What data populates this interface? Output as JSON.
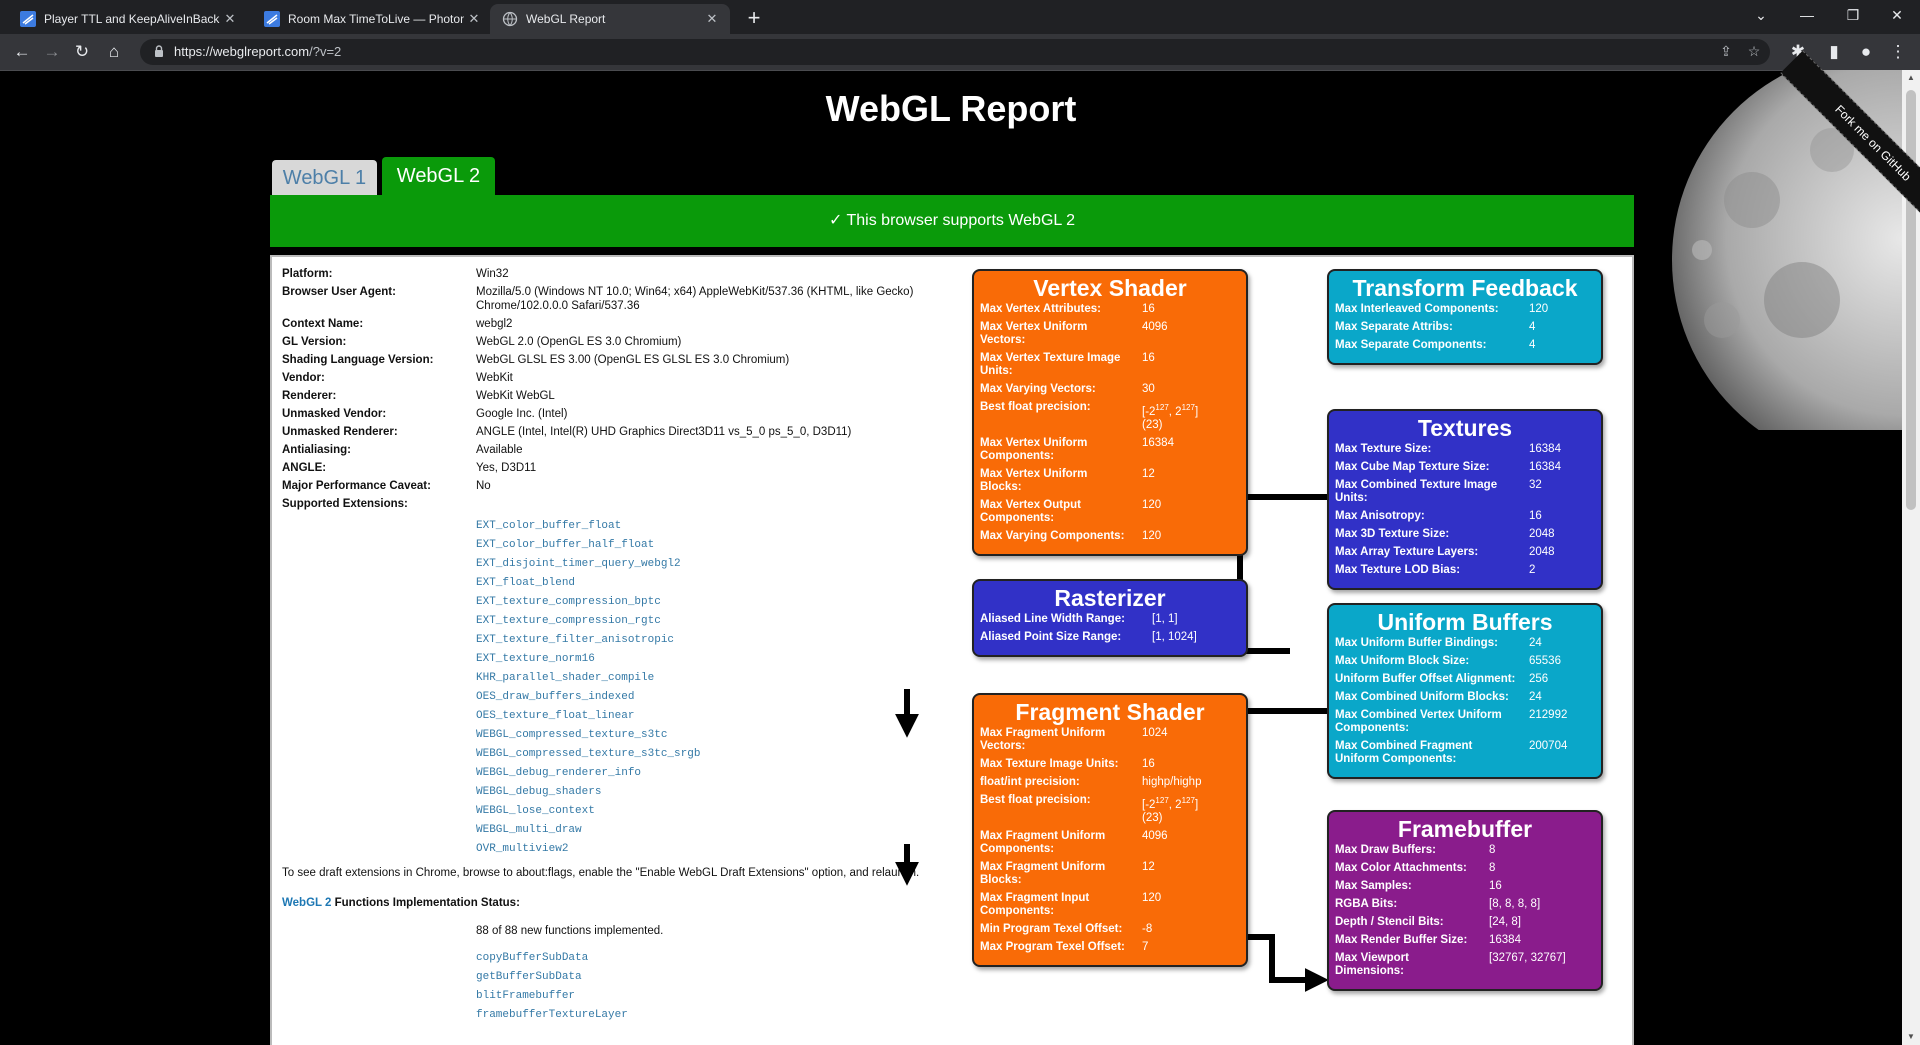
{
  "browser": {
    "tabs": [
      {
        "title": "Player TTL and KeepAliveInBackG",
        "active": false
      },
      {
        "title": "Room Max TimeToLive — Photon",
        "active": false
      },
      {
        "title": "WebGL Report",
        "active": true
      }
    ],
    "url_host": "https://webglreport.com",
    "url_path": "/?v=2"
  },
  "page": {
    "title": "WebGL Report",
    "tab1": "WebGL 1",
    "tab2": "WebGL 2",
    "banner": "✓ This browser supports WebGL 2",
    "ribbon": "Fork me on GitHub"
  },
  "info": [
    {
      "k": "Platform:",
      "v": "Win32"
    },
    {
      "k": "Browser User Agent:",
      "v": "Mozilla/5.0 (Windows NT 10.0; Win64; x64) AppleWebKit/537.36 (KHTML, like Gecko) Chrome/102.0.0.0 Safari/537.36"
    },
    {
      "k": "Context Name:",
      "v": "webgl2"
    },
    {
      "k": "GL Version:",
      "v": "WebGL 2.0 (OpenGL ES 3.0 Chromium)"
    },
    {
      "k": "Shading Language Version:",
      "v": "WebGL GLSL ES 3.00 (OpenGL ES GLSL ES 3.0 Chromium)"
    },
    {
      "k": "Vendor:",
      "v": "WebKit"
    },
    {
      "k": "Renderer:",
      "v": "WebKit WebGL"
    },
    {
      "k": "Unmasked Vendor:",
      "v": "Google Inc. (Intel)"
    },
    {
      "k": "Unmasked Renderer:",
      "v": "ANGLE (Intel, Intel(R) UHD Graphics Direct3D11 vs_5_0 ps_5_0, D3D11)"
    },
    {
      "k": "Antialiasing:",
      "v": "Available"
    },
    {
      "k": "ANGLE:",
      "v": "Yes, D3D11"
    },
    {
      "k": "Major Performance Caveat:",
      "v": "No"
    },
    {
      "k": "Supported Extensions:",
      "v": ""
    }
  ],
  "extensions": [
    "EXT_color_buffer_float",
    "EXT_color_buffer_half_float",
    "EXT_disjoint_timer_query_webgl2",
    "EXT_float_blend",
    "EXT_texture_compression_bptc",
    "EXT_texture_compression_rgtc",
    "EXT_texture_filter_anisotropic",
    "EXT_texture_norm16",
    "KHR_parallel_shader_compile",
    "OES_draw_buffers_indexed",
    "OES_texture_float_linear",
    "WEBGL_compressed_texture_s3tc",
    "WEBGL_compressed_texture_s3tc_srgb",
    "WEBGL_debug_renderer_info",
    "WEBGL_debug_shaders",
    "WEBGL_lose_context",
    "WEBGL_multi_draw",
    "OVR_multiview2"
  ],
  "draft_note": "To see draft extensions in Chrome, browse to about:flags, enable the \"Enable WebGL Draft Extensions\" option, and relaunch.",
  "functions_link": "WebGL 2",
  "functions_label": " Functions Implementation Status:",
  "functions_impl": "88 of 88 new functions implemented.",
  "functions": [
    "copyBufferSubData",
    "getBufferSubData",
    "blitFramebuffer",
    "framebufferTextureLayer"
  ],
  "boxes": {
    "vertex": {
      "title": "Vertex Shader",
      "rows": [
        {
          "k": "Max Vertex Attributes:",
          "v": "16"
        },
        {
          "k": "Max Vertex Uniform Vectors:",
          "v": "4096"
        },
        {
          "k": "Max Vertex Texture Image Units:",
          "v": "16"
        },
        {
          "k": "Max Varying Vectors:",
          "v": "30"
        },
        {
          "k": "Best float precision:",
          "v": "[-2^127, 2^127] (23)"
        },
        {
          "k": "Max Vertex Uniform Components:",
          "v": "16384"
        },
        {
          "k": "Max Vertex Uniform Blocks:",
          "v": "12"
        },
        {
          "k": "Max Vertex Output Components:",
          "v": "120"
        },
        {
          "k": "Max Varying Components:",
          "v": "120"
        }
      ]
    },
    "raster": {
      "title": "Rasterizer",
      "rows": [
        {
          "k": "Aliased Line Width Range:",
          "v": "[1, 1]"
        },
        {
          "k": "Aliased Point Size Range:",
          "v": "[1, 1024]"
        }
      ]
    },
    "fragment": {
      "title": "Fragment Shader",
      "rows": [
        {
          "k": "Max Fragment Uniform Vectors:",
          "v": "1024"
        },
        {
          "k": "Max Texture Image Units:",
          "v": "16"
        },
        {
          "k": "float/int precision:",
          "v": "highp/highp"
        },
        {
          "k": "Best float precision:",
          "v": "[-2^127, 2^127] (23)"
        },
        {
          "k": "Max Fragment Uniform Components:",
          "v": "4096"
        },
        {
          "k": "Max Fragment Uniform Blocks:",
          "v": "12"
        },
        {
          "k": "Max Fragment Input Components:",
          "v": "120"
        },
        {
          "k": "Min Program Texel Offset:",
          "v": "-8"
        },
        {
          "k": "Max Program Texel Offset:",
          "v": "7"
        }
      ]
    },
    "feedback": {
      "title": "Transform Feedback",
      "rows": [
        {
          "k": "Max Interleaved Components:",
          "v": "120"
        },
        {
          "k": "Max Separate Attribs:",
          "v": "4"
        },
        {
          "k": "Max Separate Components:",
          "v": "4"
        }
      ]
    },
    "textures": {
      "title": "Textures",
      "rows": [
        {
          "k": "Max Texture Size:",
          "v": "16384"
        },
        {
          "k": "Max Cube Map Texture Size:",
          "v": "16384"
        },
        {
          "k": "Max Combined Texture Image Units:",
          "v": "32"
        },
        {
          "k": "Max Anisotropy:",
          "v": "16"
        },
        {
          "k": "Max 3D Texture Size:",
          "v": "2048"
        },
        {
          "k": "Max Array Texture Layers:",
          "v": "2048"
        },
        {
          "k": "Max Texture LOD Bias:",
          "v": "2"
        }
      ]
    },
    "uniform": {
      "title": "Uniform Buffers",
      "rows": [
        {
          "k": "Max Uniform Buffer Bindings:",
          "v": "24"
        },
        {
          "k": "Max Uniform Block Size:",
          "v": "65536"
        },
        {
          "k": "Uniform Buffer Offset Alignment:",
          "v": "256"
        },
        {
          "k": "Max Combined Uniform Blocks:",
          "v": "24"
        },
        {
          "k": "Max Combined Vertex Uniform Components:",
          "v": "212992"
        },
        {
          "k": "Max Combined Fragment Uniform Components:",
          "v": "200704"
        }
      ]
    },
    "framebuffer": {
      "title": "Framebuffer",
      "rows": [
        {
          "k": "Max Draw Buffers:",
          "v": "8"
        },
        {
          "k": "Max Color Attachments:",
          "v": "8"
        },
        {
          "k": "Max Samples:",
          "v": "16"
        },
        {
          "k": "RGBA Bits:",
          "v": "[8, 8, 8, 8]"
        },
        {
          "k": "Depth / Stencil Bits:",
          "v": "[24, 8]"
        },
        {
          "k": "Max Render Buffer Size:",
          "v": "16384"
        },
        {
          "k": "Max Viewport Dimensions:",
          "v": "[32767, 32767]"
        }
      ]
    }
  },
  "colors": {
    "green": "#0a9a0a",
    "orange": "#f96b07",
    "navy": "#3131c7",
    "cyan": "#0aa7c9",
    "purple": "#8a1c8c",
    "link": "#3479a6"
  }
}
